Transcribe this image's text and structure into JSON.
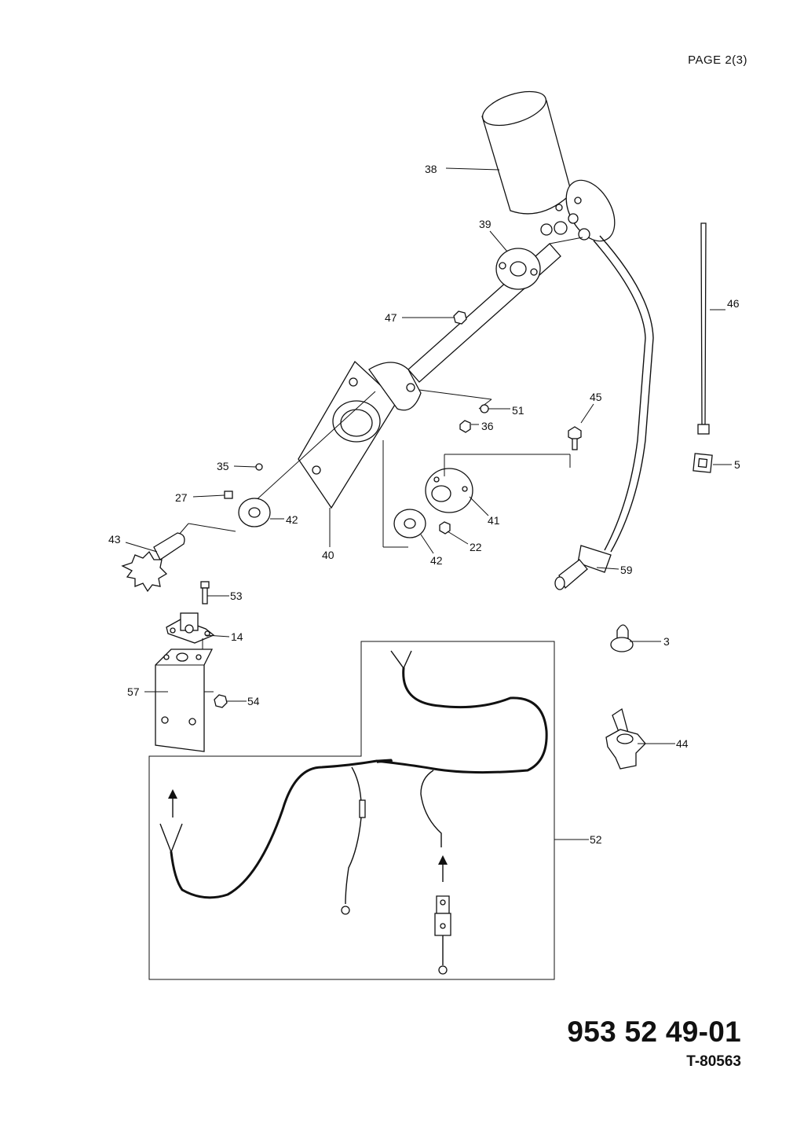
{
  "page_label": "PAGE  2(3)",
  "part_number": "953 52 49-01",
  "drawing_ref": "T-80563",
  "callouts": {
    "c38": "38",
    "c39": "39",
    "c47": "47",
    "c46": "46",
    "c45": "45",
    "c51": "51",
    "c36": "36",
    "c35": "35",
    "c27": "27",
    "c42a": "42",
    "c41": "41",
    "c22": "22",
    "c42b": "42",
    "c43": "43",
    "c40": "40",
    "c5": "5",
    "c59": "59",
    "c53": "53",
    "c14": "14",
    "c3": "3",
    "c57": "57",
    "c54": "54",
    "c44": "44",
    "c52": "52"
  }
}
